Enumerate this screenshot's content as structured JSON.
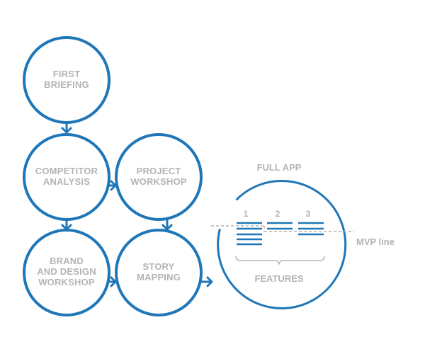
{
  "nodes": {
    "first_briefing": [
      "FIRST",
      "BRIEFING"
    ],
    "competitor_analysis": [
      "COMPETITOR",
      "ANALYSIS"
    ],
    "project_workshop": [
      "PROJECT",
      "WORKSHOP"
    ],
    "brand_design_workshop": [
      "BRAND",
      "AND DESIGN",
      "WORKSHOP"
    ],
    "story_mapping": [
      "STORY",
      "MAPPING"
    ]
  },
  "full_app": {
    "title": "FULL APP",
    "columns": [
      "1",
      "2",
      "3"
    ],
    "mvp_label": "MVP line",
    "features_label": "FEATURES"
  },
  "colors": {
    "accent": "#1f77b8",
    "text_gray": "#b4b4b4",
    "background": "#ffffff"
  }
}
